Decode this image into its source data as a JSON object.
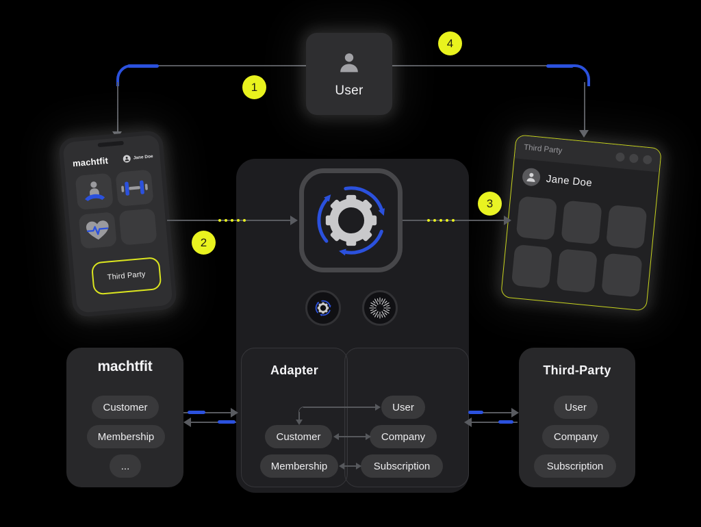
{
  "colors": {
    "accent_yellow": "#e9f31e",
    "accent_blue": "#2b51dd",
    "line_gray": "#595b60"
  },
  "user_node": {
    "label": "User"
  },
  "badges": {
    "one": "1",
    "two": "2",
    "three": "3",
    "four": "4"
  },
  "phone": {
    "brand": "machtfit",
    "account_name": "Jane Doe",
    "third_party_button": "Third Party"
  },
  "third_party_window": {
    "title": "Third Party",
    "user_name": "Jane Doe"
  },
  "machtfit_box": {
    "title": "machtfit",
    "items": [
      "Customer",
      "Membership",
      "..."
    ]
  },
  "adapter_box": {
    "title": "Adapter",
    "left_items": [
      "Customer",
      "Membership"
    ],
    "right_items": [
      "User",
      "Company",
      "Subscription"
    ]
  },
  "third_party_box": {
    "title": "Third-Party",
    "items": [
      "User",
      "Company",
      "Subscription"
    ]
  }
}
